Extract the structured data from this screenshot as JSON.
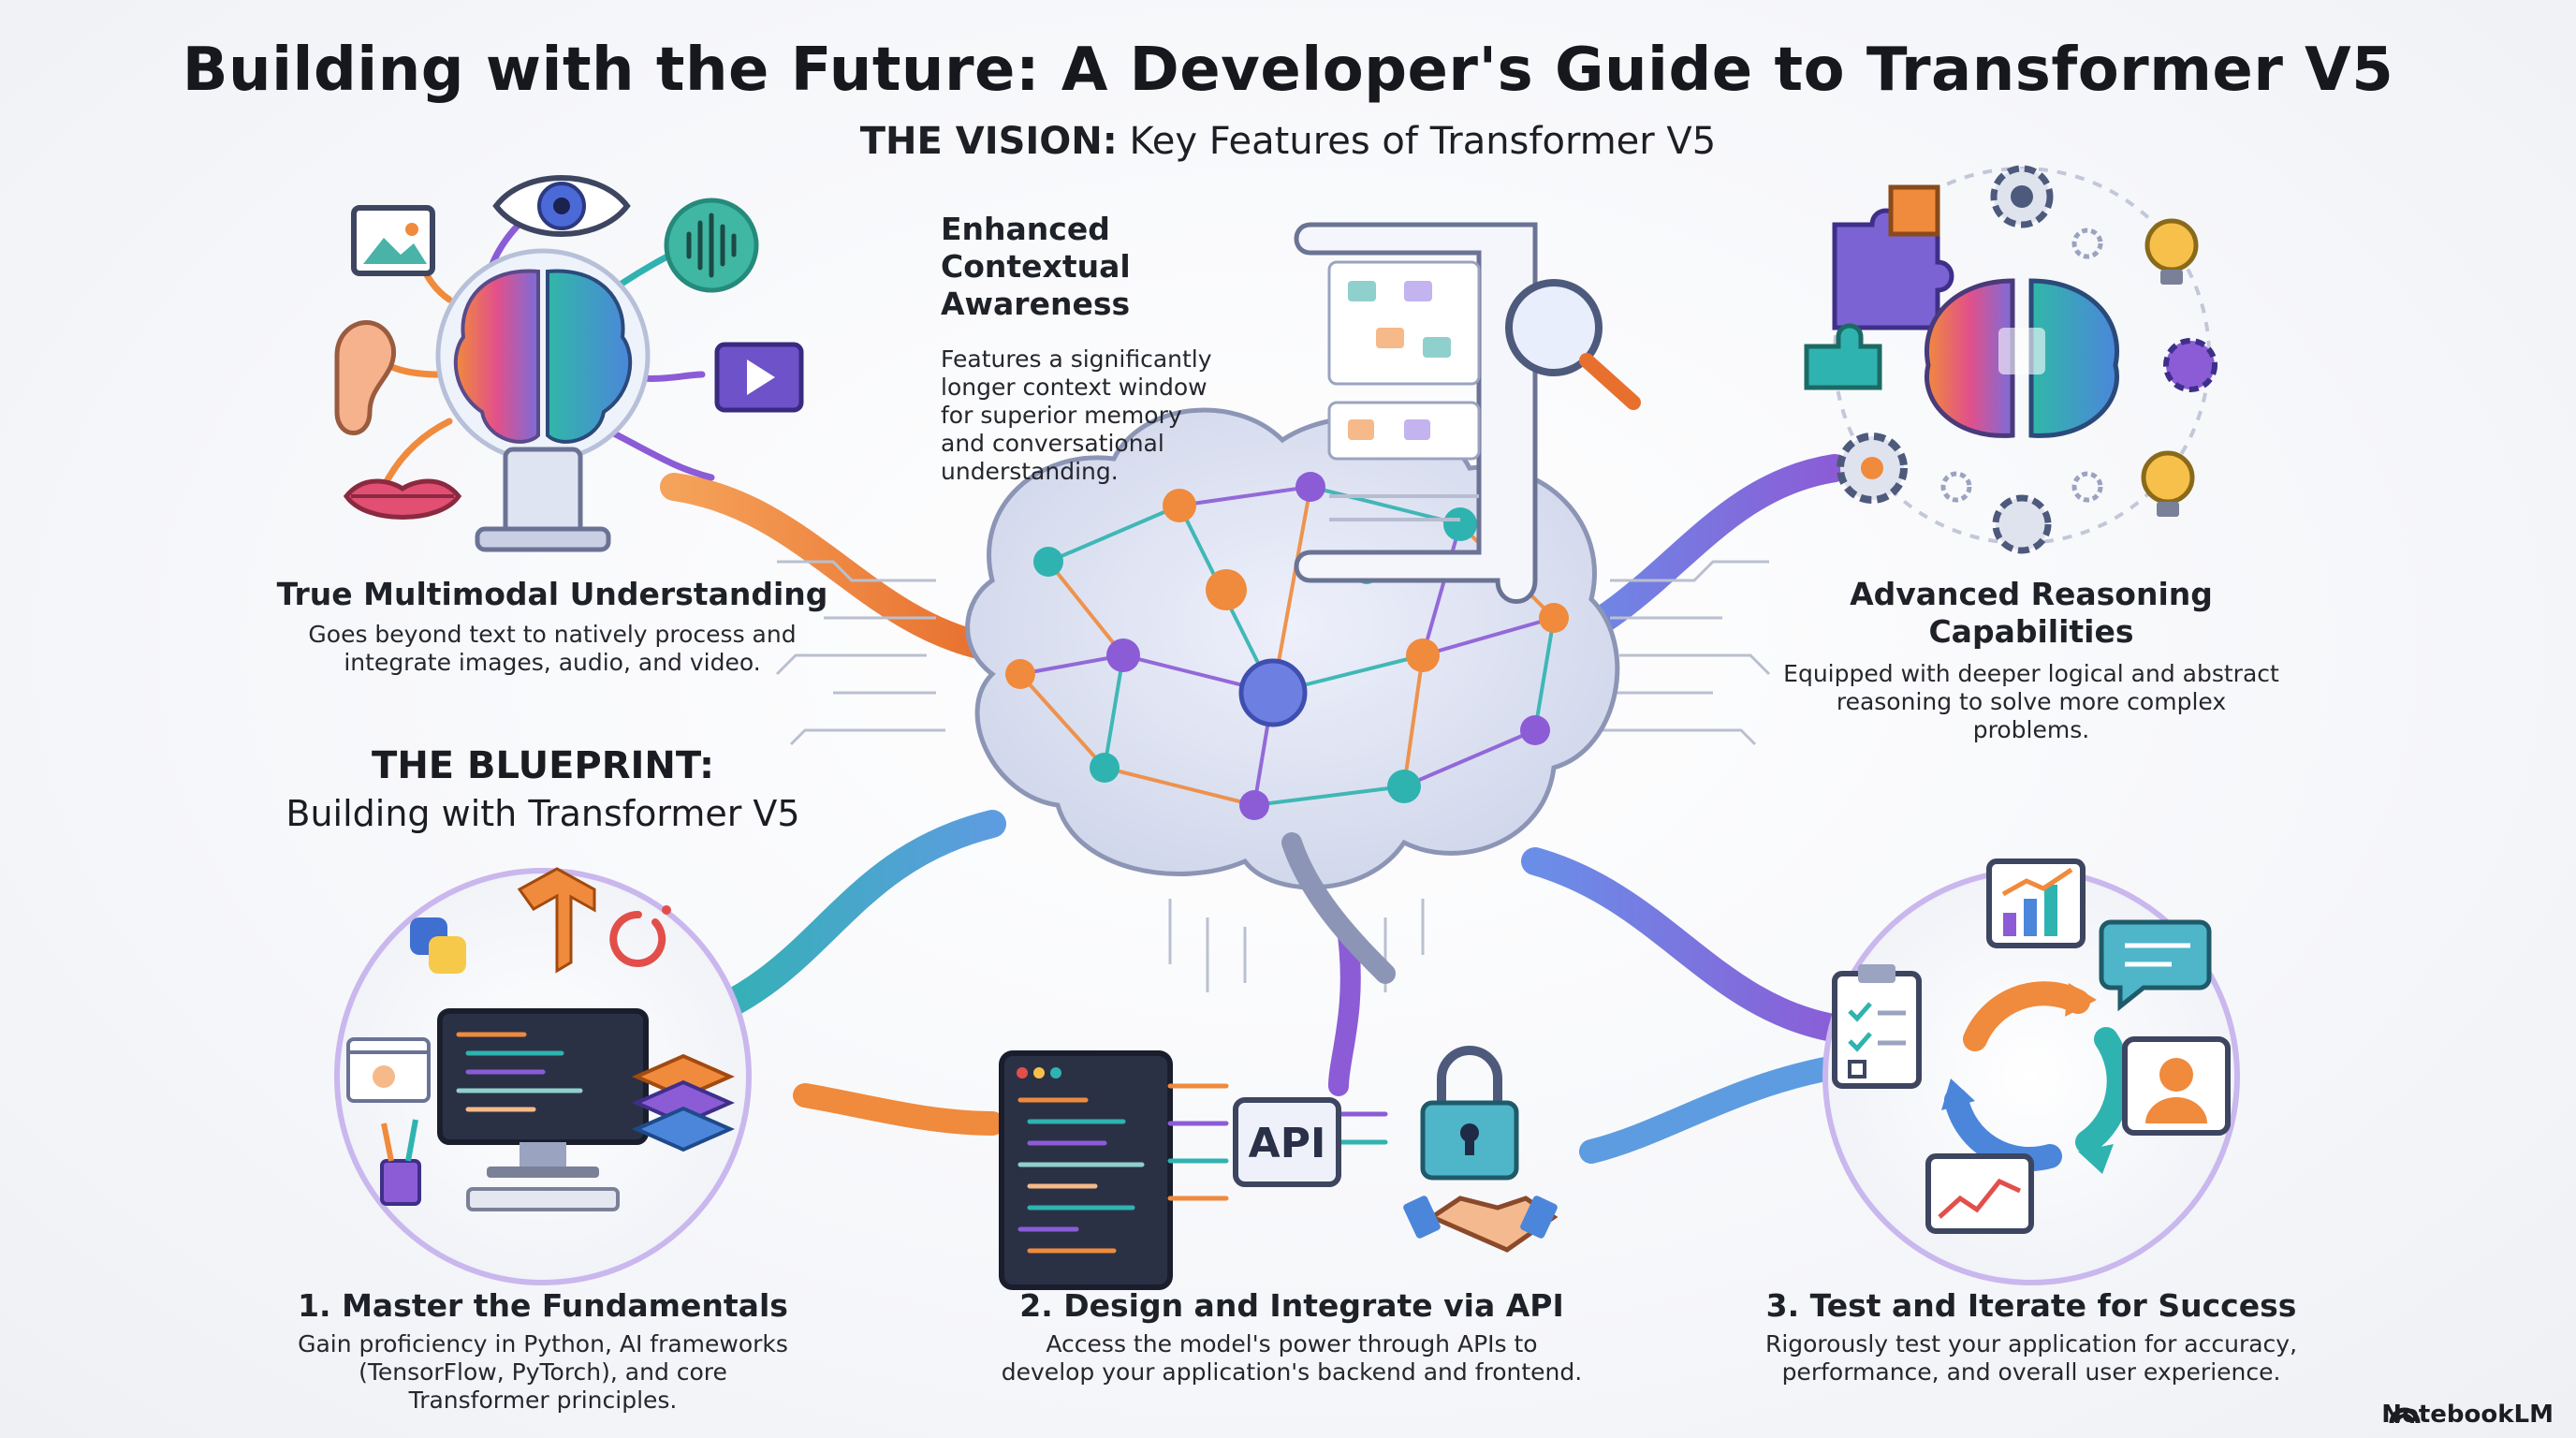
{
  "header": {
    "title": "Building with the Future: A Developer's Guide to Transformer V5",
    "subtitle_bold": "THE VISION:",
    "subtitle_rest": " Key Features of Transformer V5"
  },
  "features": {
    "multimodal": {
      "title": "True Multimodal Understanding",
      "desc_line1": "Goes beyond text to natively process and",
      "desc_line2": "integrate images, audio, and video."
    },
    "context": {
      "title_line1": "Enhanced Contextual",
      "title_line2": "Awareness",
      "desc_line1": "Features a significantly",
      "desc_line2": "longer context window",
      "desc_line3": "for superior memory",
      "desc_line4": "and conversational",
      "desc_line5": "understanding."
    },
    "reasoning": {
      "title_line1": "Advanced Reasoning",
      "title_line2": "Capabilities",
      "desc_line1": "Equipped with deeper logical and abstract",
      "desc_line2": "reasoning to solve more complex",
      "desc_line3": "problems."
    }
  },
  "blueprint": {
    "heading_bold": "THE BLUEPRINT:",
    "heading_rest": "Building with Transformer V5"
  },
  "steps": {
    "fundamentals": {
      "title": "1. Master the Fundamentals",
      "desc_line1": "Gain proficiency in Python, AI frameworks",
      "desc_line2": "(TensorFlow, PyTorch), and core",
      "desc_line3": "Transformer principles."
    },
    "api": {
      "title": "2. Design and Integrate via API",
      "desc_line1": "Access the model's power through APIs to",
      "desc_line2": "develop your application's backend and frontend.",
      "api_label": "API"
    },
    "test": {
      "title": "3. Test and Iterate for Success",
      "desc_line1": "Rigorously test your application for accuracy,",
      "desc_line2": "performance, and overall user experience."
    }
  },
  "brand": {
    "name": "NotebookLM"
  },
  "colors": {
    "orange": "#f08a3c",
    "purple": "#8b5cd6",
    "teal": "#2fb3b0",
    "blue": "#3b6fd8",
    "ink": "#1f2128"
  },
  "icons": [
    "eye-icon",
    "image-icon",
    "sound-wave-icon",
    "ear-icon",
    "lips-icon",
    "video-icon",
    "brain-icon",
    "scroll-icon",
    "magnifier-icon",
    "puzzle-icon",
    "gear-icon",
    "lightbulb-icon",
    "python-icon",
    "tensorflow-icon",
    "pytorch-icon",
    "monitor-icon",
    "code-editor-icon",
    "lock-icon",
    "handshake-icon",
    "checklist-icon",
    "bar-chart-icon",
    "chat-bubble-icon",
    "user-icon",
    "cycle-arrows-icon",
    "notebooklm-logo-icon"
  ]
}
